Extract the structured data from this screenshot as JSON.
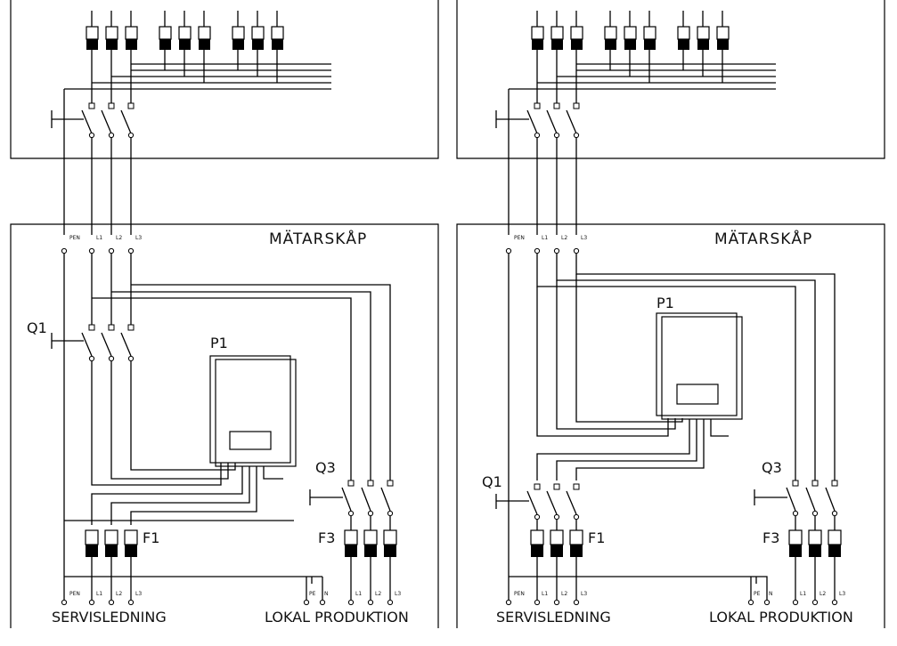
{
  "panels": [
    {
      "id": "left",
      "cabinet_title": "MÄTARSKÅP",
      "meter_label": "P1",
      "switch_q1_label": "Q1",
      "switch_q3_label": "Q3",
      "fuse_f1_label": "F1",
      "fuse_f3_label": "F3",
      "entry_terminals": [
        "PEN",
        "L1",
        "L2",
        "L3"
      ],
      "service_terminals": [
        "PEN",
        "L1",
        "L2",
        "L3"
      ],
      "production_terminals": [
        "PE",
        "N",
        "L1",
        "L2",
        "L3"
      ],
      "service_label": "SERVISLEDNING",
      "production_label": "LOKAL PRODUKTION"
    },
    {
      "id": "right",
      "cabinet_title": "MÄTARSKÅP",
      "meter_label": "P1",
      "switch_q1_label": "Q1",
      "switch_q3_label": "Q3",
      "fuse_f1_label": "F1",
      "fuse_f3_label": "F3",
      "entry_terminals": [
        "PEN",
        "L1",
        "L2",
        "L3"
      ],
      "service_terminals": [
        "PEN",
        "L1",
        "L2",
        "L3"
      ],
      "production_terminals": [
        "PE",
        "N",
        "L1",
        "L2",
        "L3"
      ],
      "service_label": "SERVISLEDNING",
      "production_label": "LOKAL PRODUKTION"
    }
  ]
}
